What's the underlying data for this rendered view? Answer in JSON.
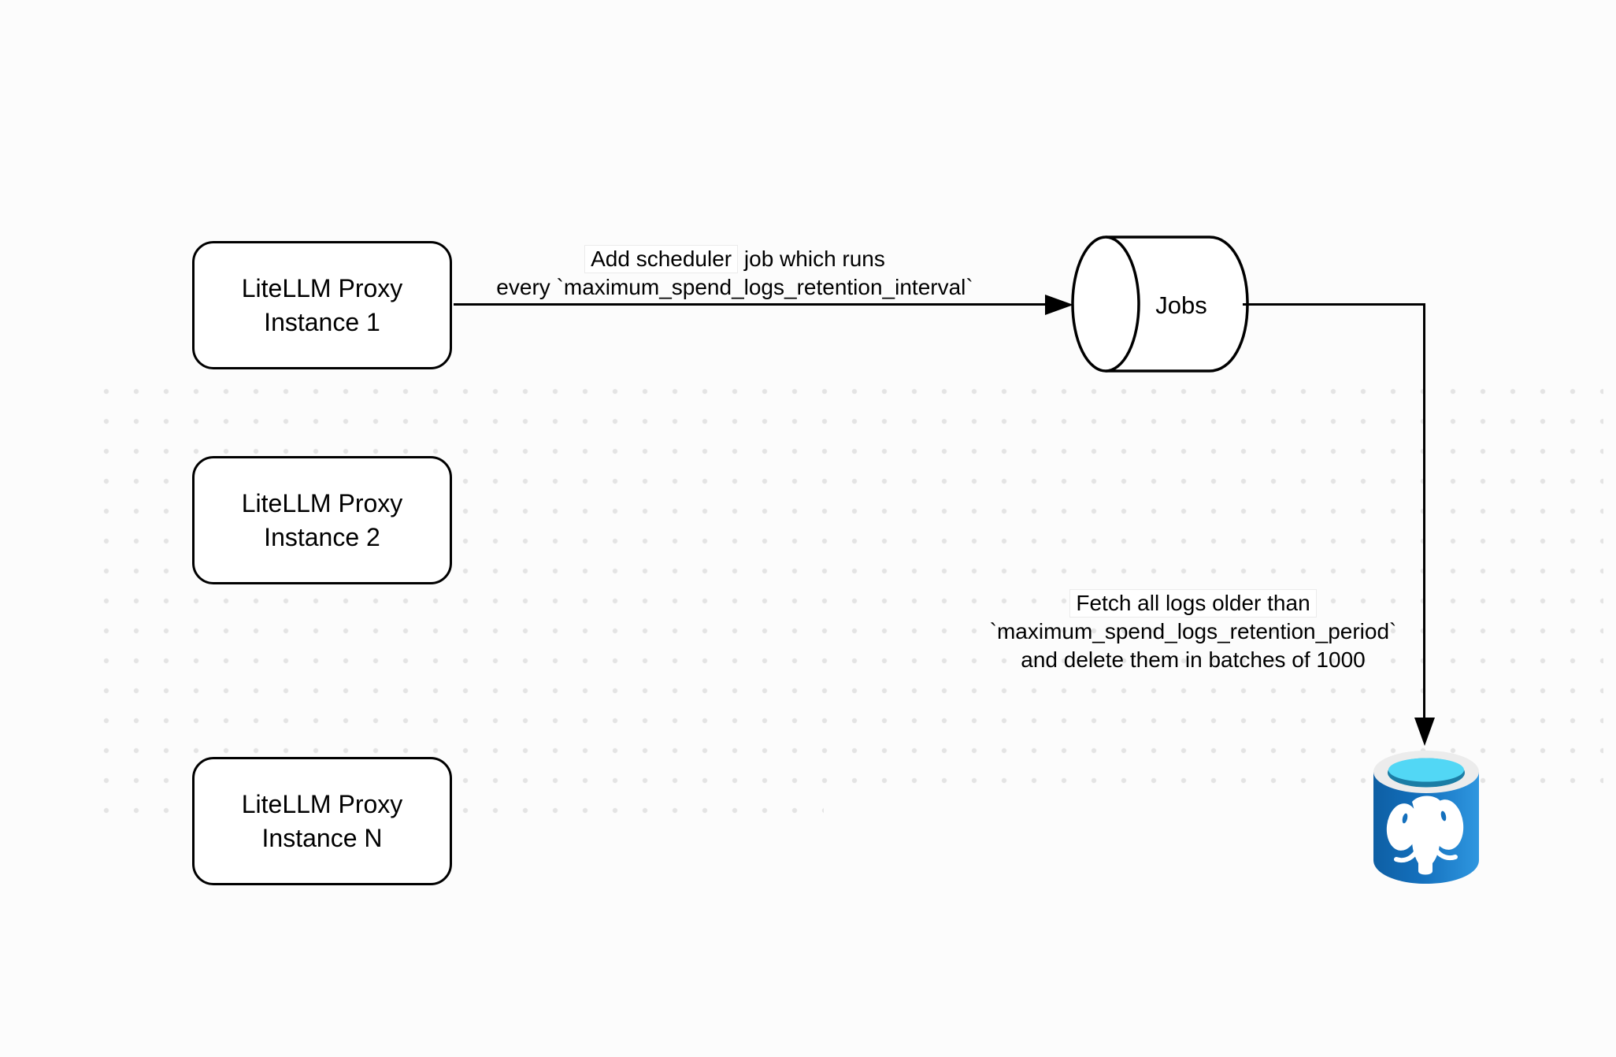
{
  "diagram": {
    "boxes": [
      {
        "line1": "LiteLLM Proxy",
        "line2": "Instance 1"
      },
      {
        "line1": "LiteLLM Proxy",
        "line2": "Instance 2"
      },
      {
        "line1": "LiteLLM Proxy",
        "line2": "Instance N"
      }
    ],
    "jobs_node": {
      "label": "Jobs"
    },
    "scheduler_edge_label": {
      "line1_boxed": "Add scheduler",
      "line1_rest": " job which runs",
      "line2": "every `maximum_spend_logs_retention_interval`"
    },
    "fetch_edge_label": {
      "line1": "Fetch all logs older than",
      "line2": "`maximum_spend_logs_retention_period`",
      "line3": "and delete them in batches of 1000"
    },
    "icons": {
      "jobs": "cylinder-icon",
      "database": "postgresql-icon"
    },
    "colors": {
      "line": "#000000",
      "dot_grid": "#e4e4e4",
      "postgres_blue": "#1470bd",
      "postgres_blue_dark": "#0e5fa4",
      "postgres_blue_light": "#2f97e0",
      "postgres_cyan": "#52d7f5",
      "postgres_teal": "#1b7da5",
      "postgres_rim": "#ececec"
    }
  }
}
